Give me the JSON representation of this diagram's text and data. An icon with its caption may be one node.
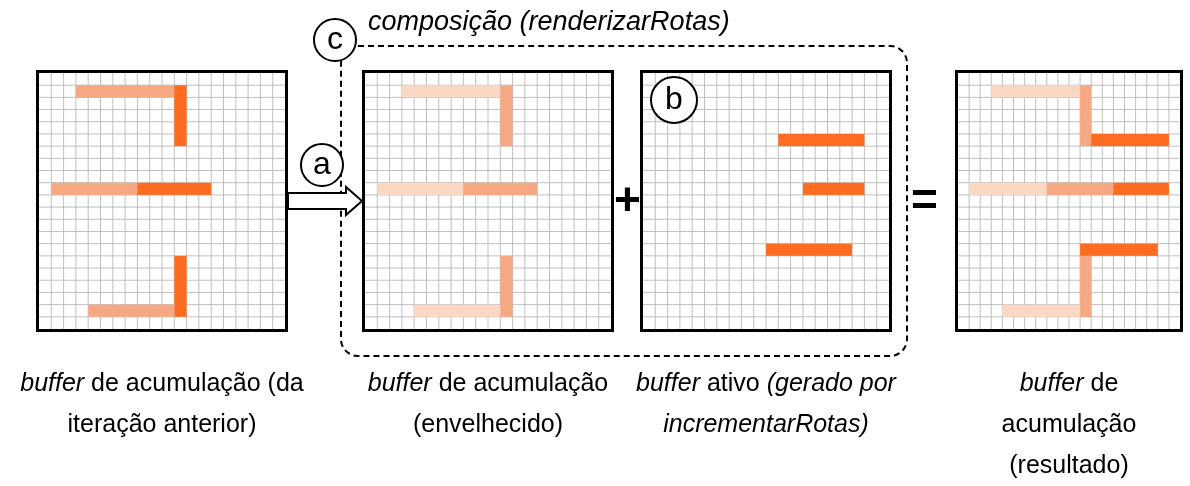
{
  "diagram": {
    "nodes": [
      {
        "text": [
          "c"
        ]
      },
      {
        "text": [
          "composição (renderizarRotas)"
        ]
      },
      {
        "text": [],
        "shape": "box",
        "beside": [
          "*buffer* de acumulação (da iteração anterior)"
        ]
      },
      {
        "text": [
          "a"
        ]
      },
      {
        "text": [],
        "shape": "box",
        "in": 1,
        "beside": [
          "*buffer* de acumulação (envelhecido)"
        ]
      },
      {
        "text": [],
        "shape": "box",
        "in": 1,
        "beside": [
          "*buffer* ativo *(gerado por incrementarRotas)*"
        ]
      },
      {
        "text": [
          "b"
        ],
        "in": 5
      },
      {
        "text": [],
        "shape": "box",
        "beside": [
          "*buffer* de acumulação (resultado)"
        ]
      }
    ],
    "edges": [
      {
        "from": 2,
        "to": 4,
        "arrow": "to",
        "style": "thick"
      }
    ],
    "labels": [
      "+",
      "="
    ]
  }
}
